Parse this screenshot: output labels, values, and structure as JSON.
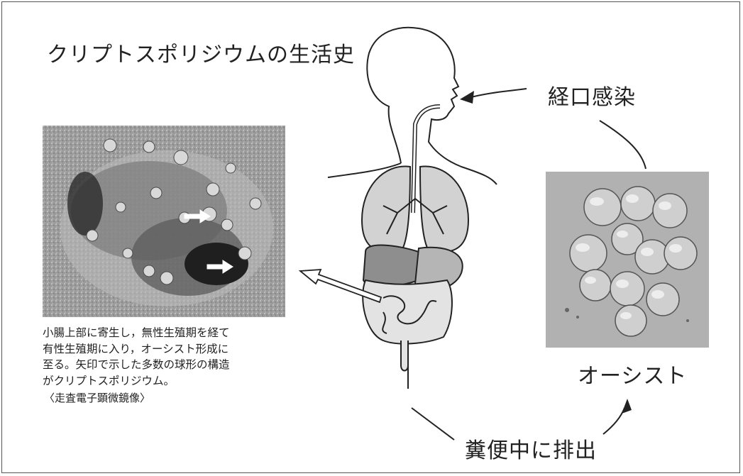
{
  "title": "クリプトスポリジウムの生活史",
  "labels": {
    "infection": "経口感染",
    "oocyst": "オーシスト",
    "excretion": "糞便中に排出"
  },
  "caption": {
    "body": "小腸上部に寄生し，無性生殖期を経て\n有性生殖期に入り，オーシスト形成に\n至る。矢印で示した多数の球形の構造\nがクリプトスポリジウム。",
    "note": "〈走査電子顕微鏡像〉"
  },
  "colors": {
    "frame": "#555555",
    "organ_fill": "#cfcfcf",
    "organ_dark": "#8a8a8a"
  }
}
